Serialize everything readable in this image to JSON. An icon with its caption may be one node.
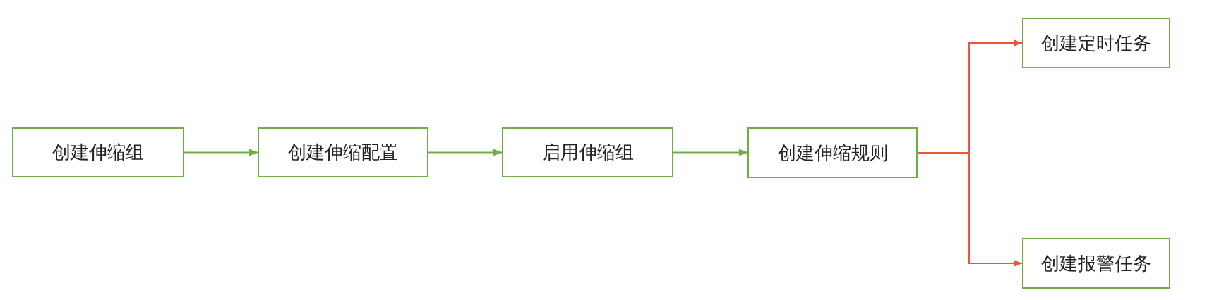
{
  "diagram": {
    "nodes": [
      {
        "text": [
          "创建伸缩组"
        ]
      },
      {
        "text": [
          "创建伸缩配置"
        ]
      },
      {
        "text": [
          "启用伸缩组"
        ]
      },
      {
        "text": [
          "创建伸缩规则"
        ]
      },
      {
        "text": [
          "创建定时任务"
        ]
      },
      {
        "text": [
          "创建报警任务"
        ]
      }
    ],
    "edges": [
      {
        "from": 0,
        "to": 1,
        "arrow": "to"
      },
      {
        "from": 1,
        "to": 2,
        "arrow": "to"
      },
      {
        "from": 2,
        "to": 3,
        "arrow": "to"
      },
      {
        "from": 3,
        "to": 4,
        "arrow": "to",
        "color": "#e8573a"
      },
      {
        "from": 3,
        "to": 5,
        "arrow": "to",
        "color": "#e8573a"
      }
    ]
  }
}
